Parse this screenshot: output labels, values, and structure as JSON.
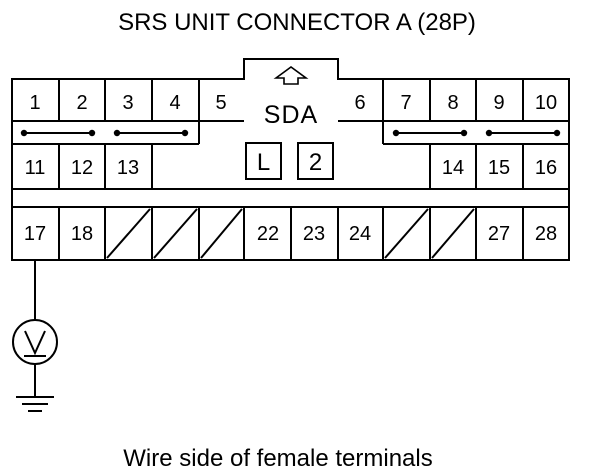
{
  "title": "SRS UNIT CONNECTOR A (28P)",
  "caption": "Wire side of female terminals",
  "connector": {
    "label": "SDA",
    "keys": [
      "L",
      "2"
    ],
    "row1": [
      "1",
      "2",
      "3",
      "4",
      "5",
      "6",
      "7",
      "8",
      "9",
      "10"
    ],
    "row2": [
      "11",
      "12",
      "13",
      "14",
      "15",
      "16"
    ],
    "row3": [
      "17",
      "18",
      "22",
      "23",
      "24",
      "27",
      "28"
    ]
  },
  "meter": {
    "symbol": "V",
    "icon": "voltmeter-icon"
  },
  "ground": {
    "icon": "ground-icon"
  }
}
